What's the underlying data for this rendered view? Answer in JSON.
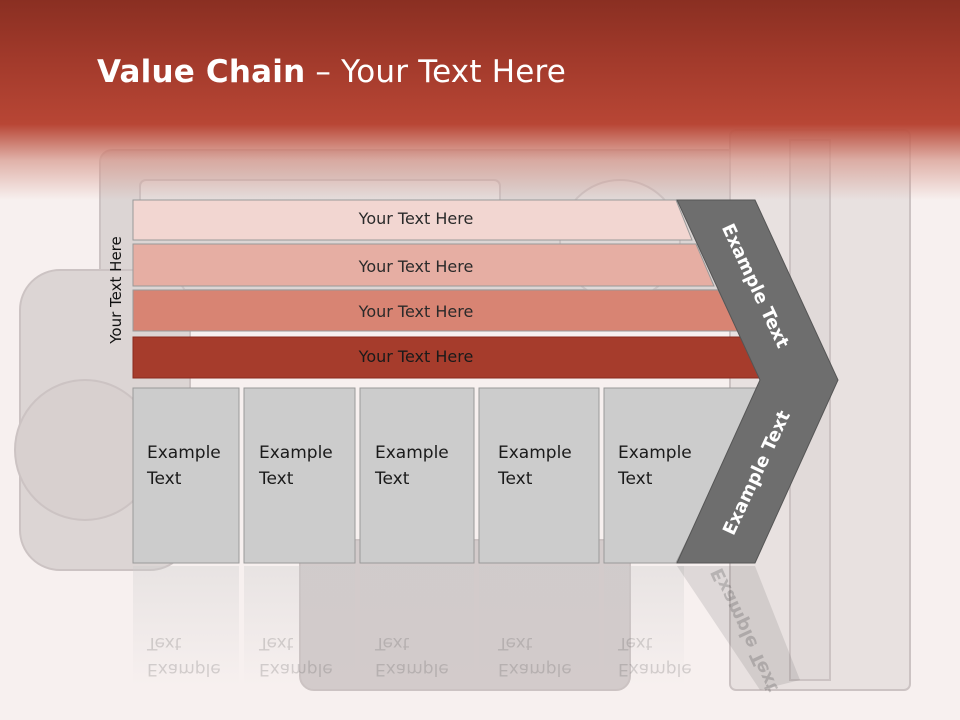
{
  "title": {
    "bold": "Value Chain",
    "rest": " – Your Text Here"
  },
  "side_label": "Your Text Here",
  "bars": [
    {
      "label": "Your Text Here",
      "color": "#f2d6d1"
    },
    {
      "label": "Your Text Here",
      "color": "#e6aea3"
    },
    {
      "label": "Your Text Here",
      "color": "#d88473"
    },
    {
      "label": "Your Text Here",
      "color": "#a63c2c"
    }
  ],
  "boxes": [
    {
      "line1": "Example",
      "line2": "Text"
    },
    {
      "line1": "Example",
      "line2": "Text"
    },
    {
      "line1": "Example",
      "line2": "Text"
    },
    {
      "line1": "Example",
      "line2": "Text"
    },
    {
      "line1": "Example",
      "line2": "Text"
    }
  ],
  "chevron": {
    "top_label": "Example Text",
    "bottom_label": "Example Text",
    "color": "#6e6e6e"
  },
  "colors": {
    "banner": "#a23a2b",
    "box_fill": "#cccccc",
    "box_border": "#9a9a9a"
  }
}
